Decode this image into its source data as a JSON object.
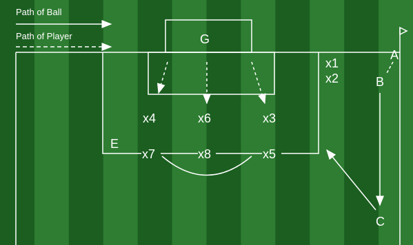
{
  "legend": {
    "ball": "Path of Ball",
    "player": "Path of Player"
  },
  "labels": {
    "G": "G",
    "E": "E",
    "A": "A",
    "B": "B",
    "C": "C",
    "x1": "x1",
    "x2": "x2",
    "x3": "x3",
    "x4": "x4",
    "x5": "x5",
    "x6": "x6",
    "x7": "x7",
    "x8": "x8"
  },
  "colors": {
    "stripe_dark": "#1b5e20",
    "stripe_light": "#2e7d32",
    "line": "#ffffff"
  }
}
